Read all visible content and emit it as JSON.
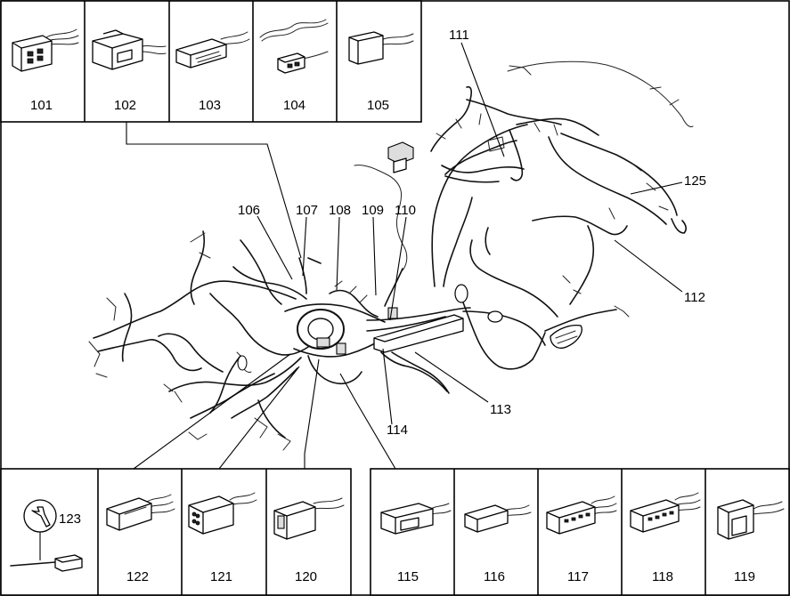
{
  "diagram": {
    "callouts": {
      "c101": "101",
      "c102": "102",
      "c103": "103",
      "c104": "104",
      "c105": "105",
      "c106": "106",
      "c107": "107",
      "c108": "108",
      "c109": "109",
      "c110": "110",
      "c111": "111",
      "c112": "112",
      "c113": "113",
      "c114": "114",
      "c115": "115",
      "c116": "116",
      "c117": "117",
      "c118": "118",
      "c119": "119",
      "c120": "120",
      "c121": "121",
      "c122": "122",
      "c123": "123",
      "c125": "125"
    }
  }
}
